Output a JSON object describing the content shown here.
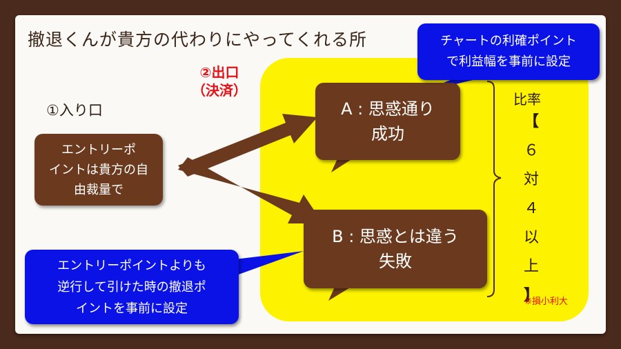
{
  "title": "撤退くんが貴方の代わりにやってくれる所",
  "exit": {
    "line1": "②出口",
    "line2": "（決済）"
  },
  "entry": {
    "label": "①入り口",
    "box_line1": "エントリーポ",
    "box_line2": "イントは貴方の自",
    "box_line3": "由裁量で"
  },
  "outcome_a": {
    "line1": "A : 思惑通り",
    "line2": "成功"
  },
  "outcome_b": {
    "line1": "B : 思惑とは違う",
    "line2": "失敗"
  },
  "callout_top": {
    "line1": "チャートの利確ポイント",
    "line2": "で利益幅を事前に設定"
  },
  "callout_bottom": {
    "line1": "エントリーポイントよりも",
    "line2": "逆行して引けた時の撤退ポ",
    "line3": "イントを事前に設定"
  },
  "ratio": {
    "label": "比率",
    "open": "【",
    "n1": "６",
    "sep": "対",
    "n2": "４",
    "w1": "以",
    "w2": "上",
    "close": "】"
  },
  "note": "※損小利大",
  "colors": {
    "frame": "#4a2a1c",
    "highlight": "#fdf300",
    "box": "#6b3a1e",
    "callout": "#0a12e6",
    "accent": "#e5121a"
  }
}
